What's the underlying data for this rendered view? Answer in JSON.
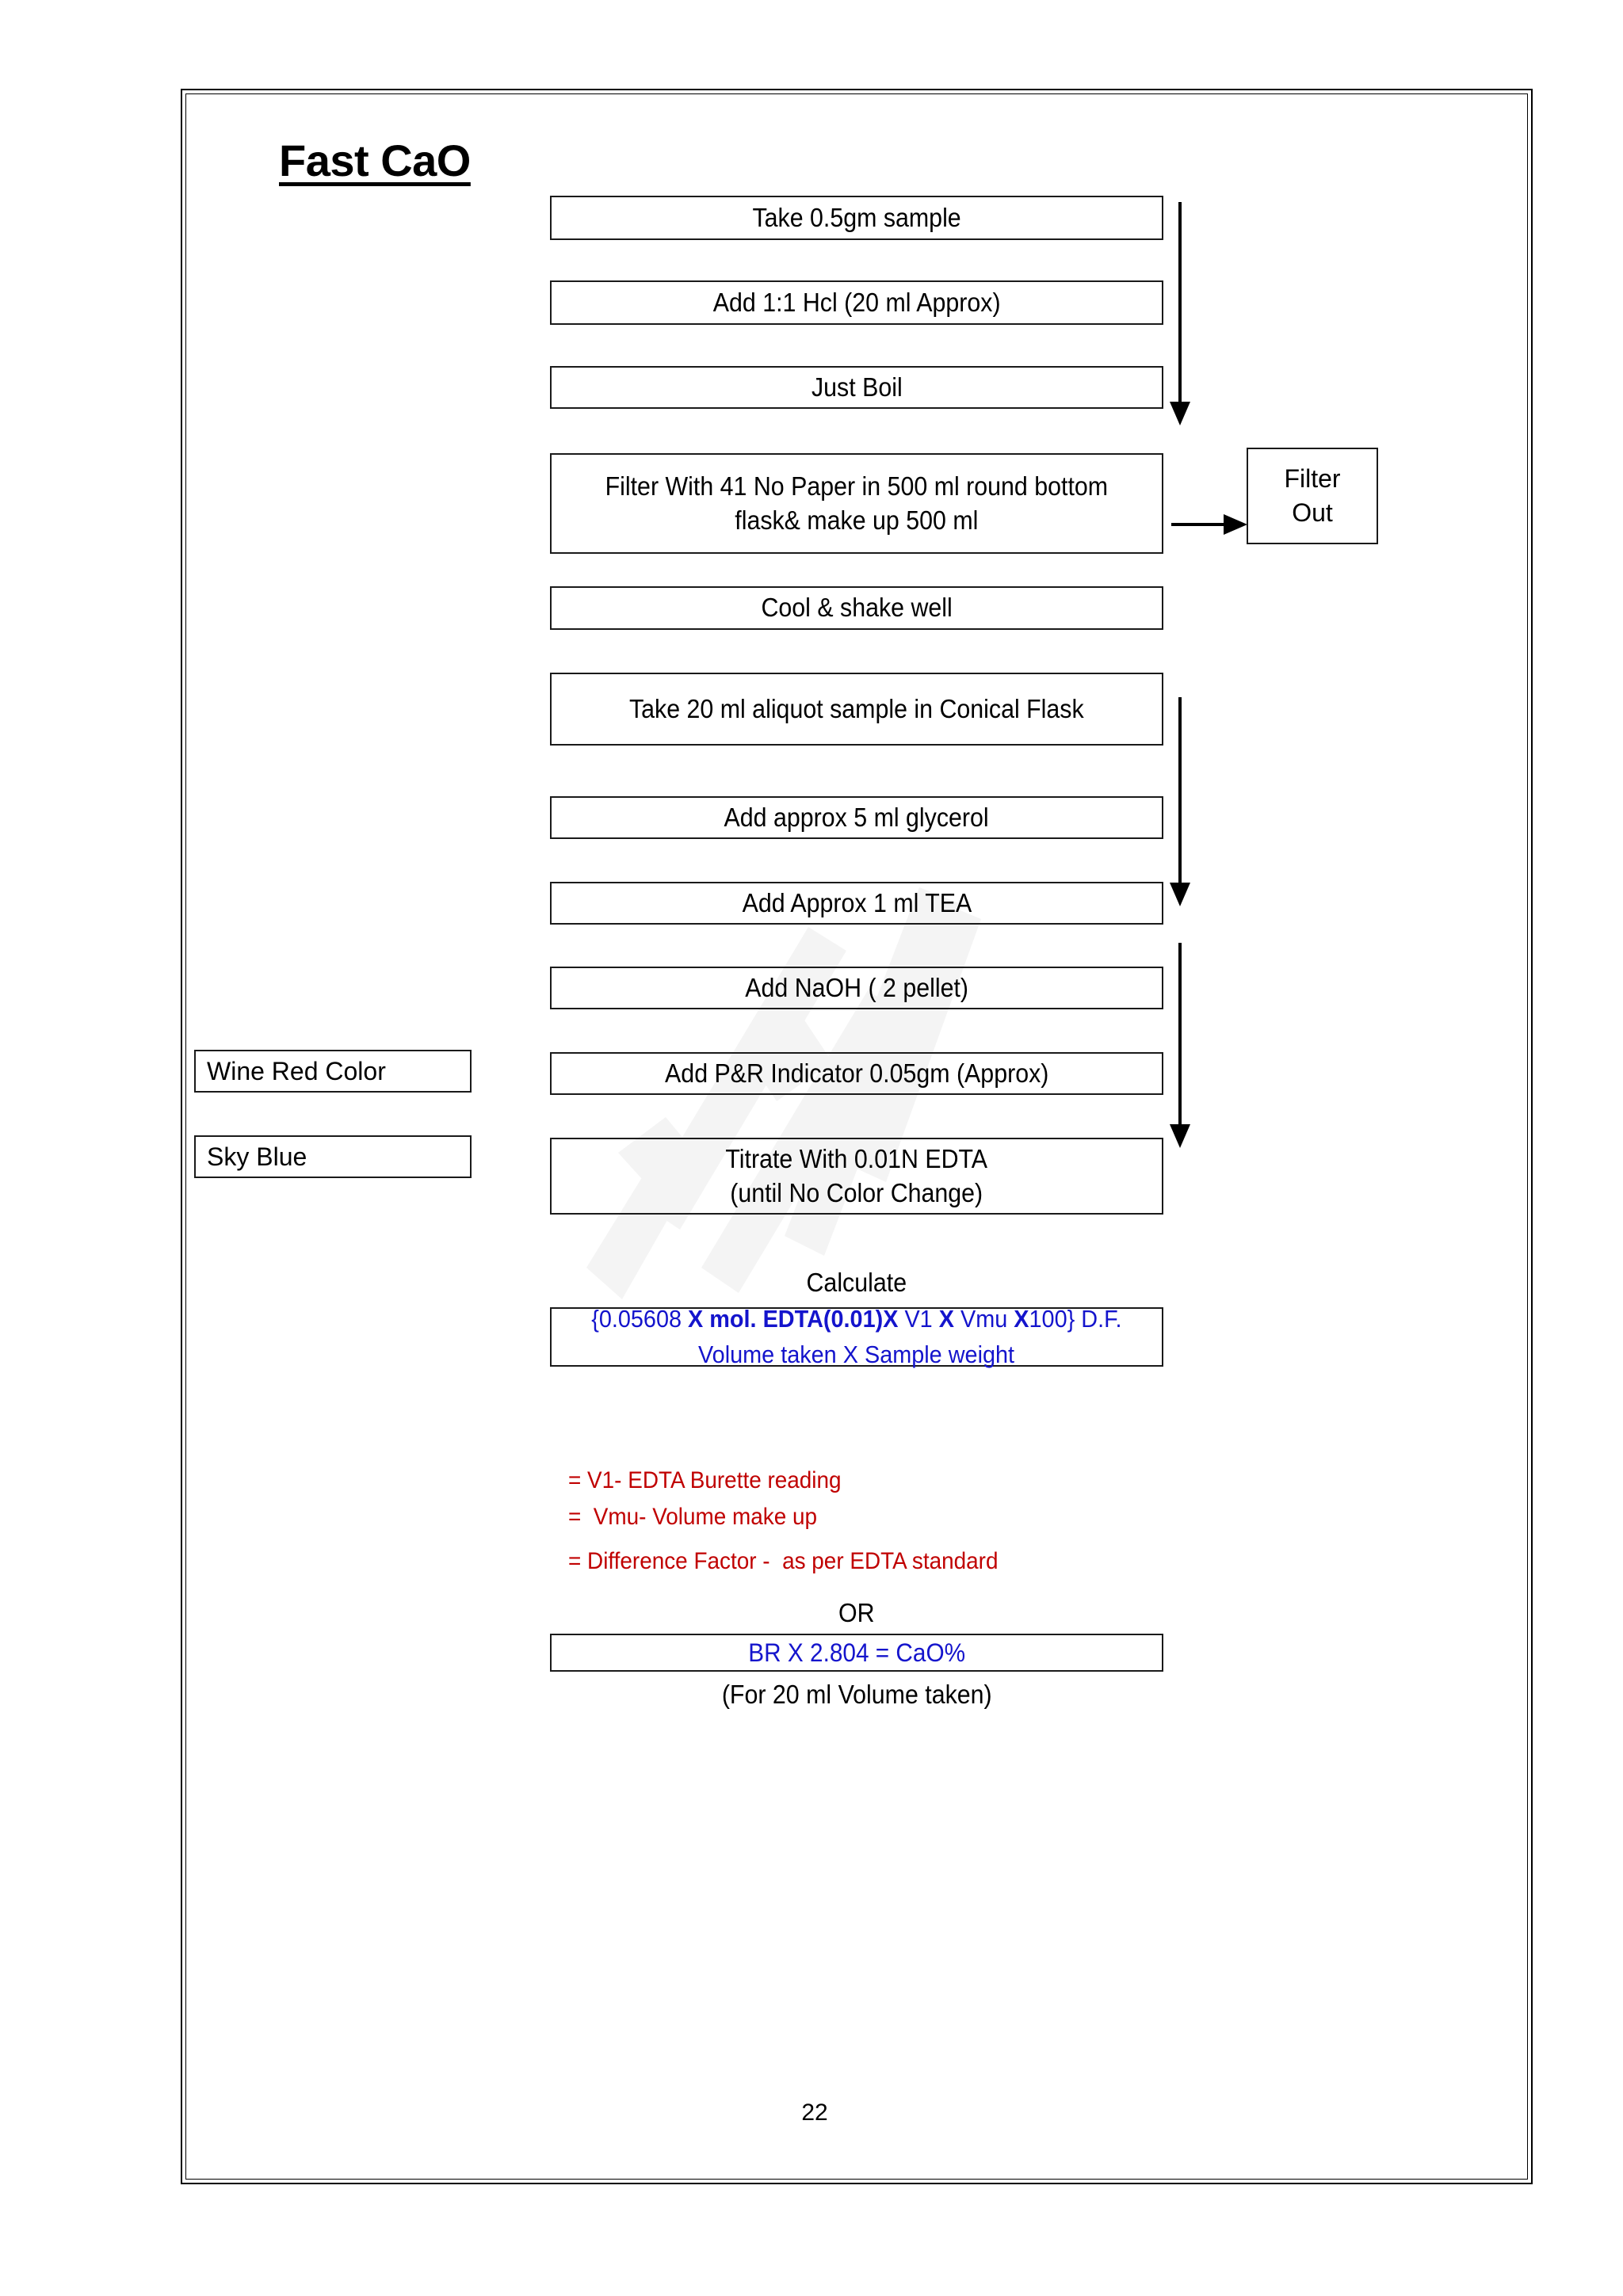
{
  "document": {
    "title": "Fast CaO",
    "page_number": "22",
    "watermark": "NKK"
  },
  "flow": {
    "steps": [
      {
        "id": "take-sample",
        "label": "Take 0.5gm sample"
      },
      {
        "id": "add-hcl",
        "label": "Add 1:1 Hcl (20 ml Approx)"
      },
      {
        "id": "just-boil",
        "label": "Just Boil"
      },
      {
        "id": "filter",
        "label": "Filter With 41 No Paper in 500 ml round bottom\nflask& make up 500 ml"
      },
      {
        "id": "cool-shake",
        "label": "Cool & shake well"
      },
      {
        "id": "take-aliquot",
        "label": "Take 20 ml aliquot sample in Conical Flask"
      },
      {
        "id": "add-glycerol",
        "label": "Add approx 5 ml glycerol"
      },
      {
        "id": "add-tea",
        "label": "Add Approx 1 ml TEA"
      },
      {
        "id": "add-naoh",
        "label": "Add NaOH ( 2 pellet)"
      },
      {
        "id": "add-indicator",
        "label": "Add P&R Indicator 0.05gm (Approx)"
      },
      {
        "id": "titrate",
        "label": "Titrate With 0.01N EDTA\n(until No Color Change)"
      }
    ],
    "side_node": {
      "id": "filter-out",
      "label": "Filter\nOut"
    },
    "color_labels": [
      {
        "id": "wine-red-color",
        "label": "Wine Red Color"
      },
      {
        "id": "sky-blue",
        "label": "Sky Blue"
      }
    ]
  },
  "calculation": {
    "heading": "Calculate",
    "numerator": {
      "part1": "{0.05608 ",
      "part2_bold": "X mol. EDTA(0.01)X",
      "part3": " V1 ",
      "part4_bold": "X",
      "part5": " Vmu ",
      "part6_bold": "X",
      "part7": "100} D.F."
    },
    "denominator": "Volume taken X Sample weight",
    "legend": [
      "= V1- EDTA Burette reading",
      "=  Vmu- Volume make up",
      "= Difference Factor -  as per EDTA standard"
    ],
    "or_label": "OR",
    "alt_formula": "BR X 2.804 = CaO%",
    "alt_note": "(For 20 ml Volume taken)"
  },
  "colors": {
    "ink": "#000000",
    "formula_blue": "#1414cc",
    "legend_red": "#c00000",
    "border": "#1a1a1a"
  }
}
